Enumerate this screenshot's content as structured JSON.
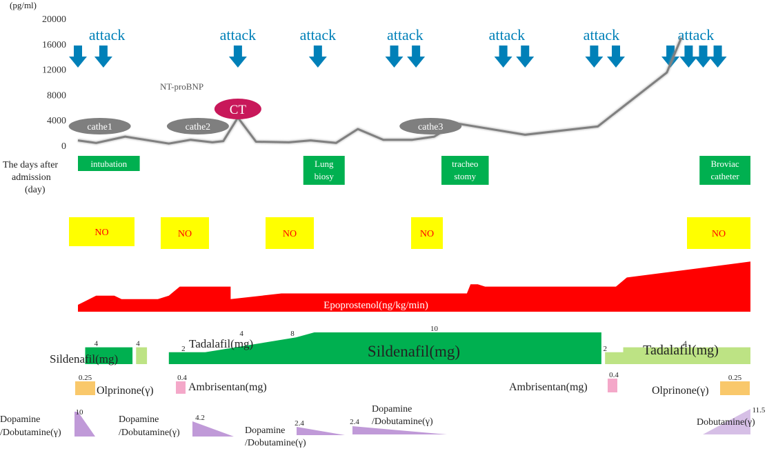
{
  "chart_data": {
    "type": "line",
    "title": "",
    "ylabel": "(pg/ml)",
    "ylim": [
      0,
      20000
    ],
    "yticks": [
      "0",
      "4000",
      "8000",
      "12000",
      "16000",
      "20000"
    ],
    "series": [
      {
        "name": "NT-proBNP",
        "color": "#808080",
        "points": [
          {
            "t": 0.0,
            "v": 800
          },
          {
            "t": 0.05,
            "v": 400
          },
          {
            "t": 0.13,
            "v": 1400
          },
          {
            "t": 0.25,
            "v": 300
          },
          {
            "t": 0.31,
            "v": 900
          },
          {
            "t": 0.37,
            "v": 500
          },
          {
            "t": 0.4,
            "v": 700
          },
          {
            "t": 0.44,
            "v": 4400
          },
          {
            "t": 0.49,
            "v": 600
          },
          {
            "t": 0.58,
            "v": 500
          },
          {
            "t": 0.64,
            "v": 800
          },
          {
            "t": 0.71,
            "v": 400
          },
          {
            "t": 0.77,
            "v": 2600
          },
          {
            "t": 0.84,
            "v": 900
          },
          {
            "t": 0.92,
            "v": 900
          },
          {
            "t": 0.98,
            "v": 1400
          },
          {
            "t": 1.04,
            "v": 3500
          },
          {
            "t": 1.23,
            "v": 1700
          },
          {
            "t": 1.43,
            "v": 3000
          },
          {
            "t": 1.62,
            "v": 11500
          },
          {
            "t": 1.66,
            "v": 17000
          }
        ]
      }
    ],
    "series_label": "NT-proBNP",
    "time_axis_label": [
      "The days after",
      "admission",
      "(day)"
    ],
    "attacks": {
      "label": "attack",
      "color": "#0080b8",
      "groups": [
        {
          "label_t": 0.08,
          "arrows": [
            0.0,
            0.07
          ]
        },
        {
          "label_t": 0.44,
          "arrows": [
            0.44
          ]
        },
        {
          "label_t": 0.66,
          "arrows": [
            0.66
          ]
        },
        {
          "label_t": 0.9,
          "arrows": [
            0.87,
            0.93
          ]
        },
        {
          "label_t": 1.18,
          "arrows": [
            1.17,
            1.23
          ]
        },
        {
          "label_t": 1.44,
          "arrows": [
            1.42,
            1.48
          ]
        },
        {
          "label_t": 1.7,
          "arrows": [
            1.63,
            1.68,
            1.72,
            1.76
          ]
        }
      ]
    },
    "events": [
      {
        "label": "cathe1",
        "t": 0.06,
        "kind": "catheter",
        "color": "#7f7f7f"
      },
      {
        "label": "cathe2",
        "t": 0.33,
        "kind": "catheter",
        "color": "#7f7f7f"
      },
      {
        "label": "CT",
        "t": 0.44,
        "kind": "ct",
        "color": "#c8185a"
      },
      {
        "label": "cathe3",
        "t": 0.97,
        "kind": "catheter",
        "color": "#7f7f7f"
      }
    ],
    "procedures": [
      {
        "label": [
          "intubation"
        ],
        "start": 0.0,
        "end": 0.17
      },
      {
        "label": [
          "Lung",
          "biosy"
        ],
        "start": 0.62,
        "end": 0.71
      },
      {
        "label": [
          "tracheo",
          "stomy"
        ],
        "start": 1.0,
        "end": 1.13
      },
      {
        "label": [
          "Broviac",
          "catheter"
        ],
        "start": 1.71,
        "end": 1.85
      }
    ],
    "nitric_oxide": {
      "label": "NO",
      "periods": [
        [
          -0.02,
          0.15
        ],
        [
          0.23,
          0.36
        ],
        [
          0.53,
          0.66
        ],
        [
          0.93,
          1.01
        ],
        [
          1.7,
          1.87
        ]
      ]
    },
    "epoprostenol": {
      "label": "Epoprostenol(ng/kg/min)",
      "color": "#ff0000",
      "profile": [
        [
          0.0,
          0
        ],
        [
          0.05,
          8
        ],
        [
          0.1,
          8
        ],
        [
          0.12,
          5
        ],
        [
          0.22,
          5
        ],
        [
          0.25,
          8
        ],
        [
          0.28,
          16
        ],
        [
          0.42,
          16
        ],
        [
          0.42,
          5
        ],
        [
          0.56,
          10
        ],
        [
          1.07,
          10
        ],
        [
          1.08,
          18
        ],
        [
          1.1,
          18
        ],
        [
          1.12,
          16
        ],
        [
          1.48,
          16
        ],
        [
          1.51,
          24
        ],
        [
          1.85,
          38
        ]
      ]
    },
    "sildenafil": {
      "label": "Sildenafil(mg)",
      "color": "#00b050",
      "segments": [
        {
          "start": 0.02,
          "end": 0.15,
          "profile": [
            [
              0.02,
              4
            ],
            [
              0.15,
              4
            ]
          ],
          "dose_labels": [
            {
              "t": 0.05,
              "text": "4"
            }
          ]
        },
        {
          "start": 0.25,
          "end": 1.44,
          "profile": [
            [
              0.25,
              2
            ],
            [
              0.35,
              2
            ],
            [
              0.6,
              8
            ],
            [
              0.65,
              10
            ],
            [
              1.44,
              10
            ]
          ],
          "dose_labels": [
            {
              "t": 0.29,
              "text": "2"
            },
            {
              "t": 0.45,
              "text": "4"
            },
            {
              "t": 0.59,
              "text": "8"
            },
            {
              "t": 0.98,
              "text": "10"
            }
          ]
        }
      ]
    },
    "tadalafil": {
      "label": "Tadalafil(mg)",
      "color": "#bde384",
      "segments": [
        {
          "start": 0.16,
          "end": 0.19,
          "profile": [
            [
              0.16,
              4
            ],
            [
              0.19,
              4
            ]
          ],
          "dose_labels": [
            {
              "t": 0.165,
              "text": "4"
            }
          ]
        },
        {
          "start": 1.45,
          "end": 1.85,
          "profile": [
            [
              1.45,
              2
            ],
            [
              1.5,
              2
            ],
            [
              1.5,
              4
            ],
            [
              1.85,
              4
            ]
          ],
          "dose_labels": [
            {
              "t": 1.45,
              "text": "2"
            },
            {
              "t": 1.67,
              "text": "4"
            }
          ]
        }
      ]
    },
    "olprinone": {
      "label": "Olprinone(γ)",
      "color": "#f9c86b",
      "periods": [
        {
          "start": 0.0,
          "end": 0.04,
          "dose": "0.25"
        },
        {
          "start": 1.81,
          "end": 1.88,
          "dose": "0.25"
        }
      ]
    },
    "ambrisentan": {
      "label": "Ambrisentan(mg)",
      "color": "#f4a8c9",
      "periods": [
        {
          "start": 0.16,
          "end": 0.18,
          "dose": "0.4"
        },
        {
          "start": 1.53,
          "end": 1.55,
          "dose": "0.4"
        }
      ]
    },
    "inotropes": {
      "labels": [
        "Dopamine",
        "/Dobutamine(γ)"
      ],
      "dobutamine_label": "Dobutamine(γ)",
      "color": "#c09ad8",
      "periods": [
        {
          "start": 0.0,
          "end": 0.03,
          "dose": "10",
          "shape": "taper",
          "label_lines": [
            "Dopamine",
            "/Dobutamine(γ)"
          ]
        },
        {
          "start": 0.26,
          "end": 0.38,
          "dose": "4.2",
          "shape": "taper",
          "label_lines": [
            "Dopamine",
            "/Dobutamine(γ)"
          ]
        },
        {
          "start": 0.6,
          "end": 0.73,
          "dose": "2.4",
          "shape": "taper",
          "label_lines": [
            "Dopamine",
            "/Dobutamine(γ)"
          ]
        },
        {
          "start": 0.76,
          "end": 0.99,
          "dose": "2.4",
          "shape": "taper",
          "label_lines": [
            "Dopamine",
            "/Dobutamine(γ)"
          ]
        },
        {
          "start": 1.77,
          "end": 1.85,
          "dose": "11.5",
          "shape": "ramp",
          "label_lines": [
            "Dobutamine(γ)"
          ]
        }
      ]
    }
  }
}
